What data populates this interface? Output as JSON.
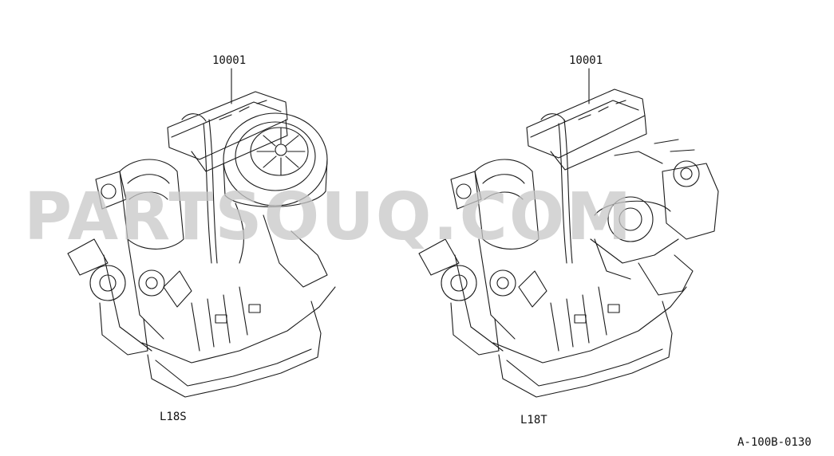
{
  "diagram": {
    "left_engine": {
      "part_number": "10001",
      "model_code": "L18S"
    },
    "right_engine": {
      "part_number": "10001",
      "model_code": "L18T"
    },
    "drawing_code": "A-100B-0130",
    "watermark": {
      "text": "PARTSOUQ.COM"
    },
    "colors": {
      "line": "#1a1a1a",
      "watermark": "#c8c8c8",
      "background": "#ffffff"
    }
  }
}
